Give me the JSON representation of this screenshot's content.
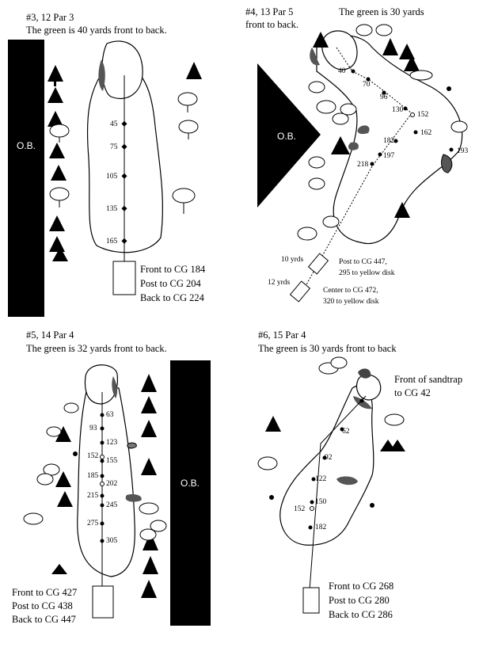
{
  "holes": [
    {
      "id": "hole-3-12",
      "title": "#3, 12    Par 3",
      "note": "The green is 40 yards front to back.",
      "ob_label": "O.B.",
      "markers": [
        "45",
        "75",
        "105",
        "135",
        "165"
      ],
      "distances": [
        "Front to CG  184",
        "Post to CG   204",
        "Back to CG  224"
      ]
    },
    {
      "id": "hole-4-13",
      "title": "#4, 13    Par 5",
      "note_right": "The green is 30 yards",
      "note_line2": "front to back.",
      "ob_label": "O.B.",
      "markers": [
        "40",
        "70",
        "96",
        "130",
        "152",
        "162",
        "182",
        "197",
        "218",
        "193"
      ],
      "tee_labels": [
        "10 yrds",
        "12 yrds"
      ],
      "post_line1": "Post to CG  447,",
      "post_line2": "295 to yellow disk",
      "center_line1": "Center to CG 472,",
      "center_line2": "320 to yellow disk"
    },
    {
      "id": "hole-5-14",
      "title": "#5,  14     Par 4",
      "note": "The green is 32 yards front to back.",
      "ob_label": "O.B.",
      "markers": [
        "63",
        "93",
        "123",
        "152",
        "155",
        "185",
        "202",
        "215",
        "245",
        "275",
        "305"
      ],
      "distances": [
        "Front to CG  427",
        "Post to CG   438",
        "Back to CG  447"
      ]
    },
    {
      "id": "hole-6-15",
      "title": "#6, 15     Par 4",
      "note": "The green is 30 yards front to back",
      "sandtrap_line1": "Front of sandtrap",
      "sandtrap_line2": "to CG 42",
      "markers": [
        "62",
        "92",
        "122",
        "150",
        "152",
        "182"
      ],
      "distances": [
        "Front to CG  268",
        "Post to CG    280",
        "Back to CG  286"
      ]
    }
  ]
}
